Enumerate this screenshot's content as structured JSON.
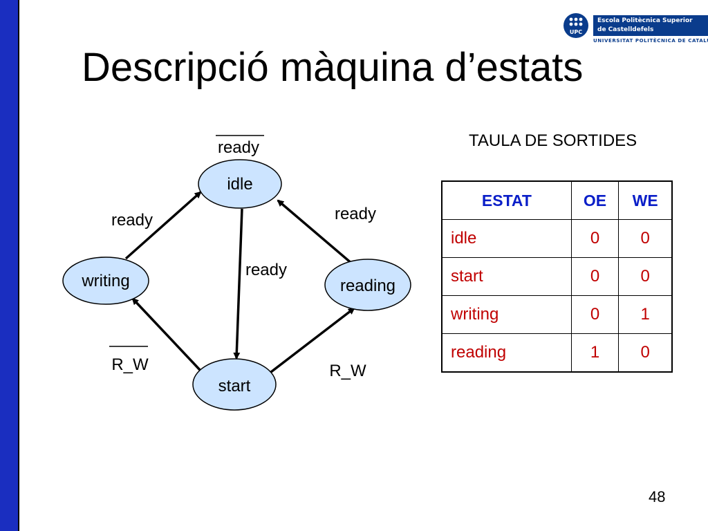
{
  "slide": {
    "title": "Descripció màquina d’estats",
    "page_number": "48",
    "accent_color": "#1a2ec0"
  },
  "logo": {
    "line1": "Escola Politècnica Superior",
    "line2": "de Castelldefels",
    "subtitle": "UNIVERSITAT POLITÈCNICA DE CATALUNYA",
    "mark_text": "UPC",
    "color": "#0a3c8c"
  },
  "diagram": {
    "states": {
      "idle": "idle",
      "writing": "writing",
      "reading": "reading",
      "start": "start"
    },
    "state_fill": "#cce4ff",
    "transitions": {
      "idle_self": "ready",
      "writing_to_idle": "ready",
      "reading_to_idle": "ready",
      "idle_to_start": "ready",
      "start_to_writing": "R_W",
      "start_to_reading": "R_W"
    }
  },
  "table": {
    "caption": "TAULA DE SORTIDES",
    "headers": [
      "ESTAT",
      "OE",
      "WE"
    ],
    "header_color": "#0a1ec8",
    "cell_color": "#c00000",
    "rows": [
      [
        "idle",
        "0",
        "0"
      ],
      [
        "start",
        "0",
        "0"
      ],
      [
        "writing",
        "0",
        "1"
      ],
      [
        "reading",
        "1",
        "0"
      ]
    ]
  }
}
